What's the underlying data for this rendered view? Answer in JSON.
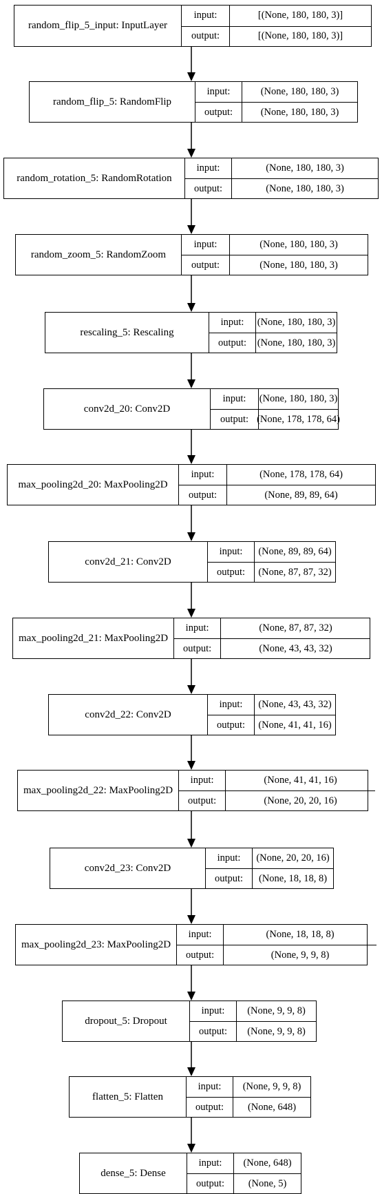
{
  "labels": {
    "input": "input:",
    "output": "output:"
  },
  "layers": [
    {
      "name": "random_flip_5_input: InputLayer",
      "input": "[(None, 180, 180, 3)]",
      "output": "[(None, 180, 180, 3)]"
    },
    {
      "name": "random_flip_5: RandomFlip",
      "input": "(None, 180, 180, 3)",
      "output": "(None, 180, 180, 3)"
    },
    {
      "name": "random_rotation_5: RandomRotation",
      "input": "(None, 180, 180, 3)",
      "output": "(None, 180, 180, 3)"
    },
    {
      "name": "random_zoom_5: RandomZoom",
      "input": "(None, 180, 180, 3)",
      "output": "(None, 180, 180, 3)"
    },
    {
      "name": "rescaling_5: Rescaling",
      "input": "(None, 180, 180, 3)",
      "output": "(None, 180, 180, 3)"
    },
    {
      "name": "conv2d_20: Conv2D",
      "input": "(None, 180, 180, 3)",
      "output": "(None, 178, 178, 64)"
    },
    {
      "name": "max_pooling2d_20: MaxPooling2D",
      "input": "(None, 178, 178, 64)",
      "output": "(None, 89, 89, 64)"
    },
    {
      "name": "conv2d_21: Conv2D",
      "input": "(None, 89, 89, 64)",
      "output": "(None, 87, 87, 32)"
    },
    {
      "name": "max_pooling2d_21: MaxPooling2D",
      "input": "(None, 87, 87, 32)",
      "output": "(None, 43, 43, 32)"
    },
    {
      "name": "conv2d_22: Conv2D",
      "input": "(None, 43, 43, 32)",
      "output": "(None, 41, 41, 16)"
    },
    {
      "name": "max_pooling2d_22: MaxPooling2D",
      "input": "(None, 41, 41, 16)",
      "output": "(None, 20, 20, 16)"
    },
    {
      "name": "conv2d_23: Conv2D",
      "input": "(None, 20, 20, 16)",
      "output": "(None, 18, 18, 8)"
    },
    {
      "name": "max_pooling2d_23: MaxPooling2D",
      "input": "(None, 18, 18, 8)",
      "output": "(None, 9, 9, 8)"
    },
    {
      "name": "dropout_5: Dropout",
      "input": "(None, 9, 9, 8)",
      "output": "(None, 9, 9, 8)"
    },
    {
      "name": "flatten_5: Flatten",
      "input": "(None, 9, 9, 8)",
      "output": "(None, 648)"
    },
    {
      "name": "dense_5: Dense",
      "input": "(None, 648)",
      "output": "(None, 5)"
    }
  ]
}
